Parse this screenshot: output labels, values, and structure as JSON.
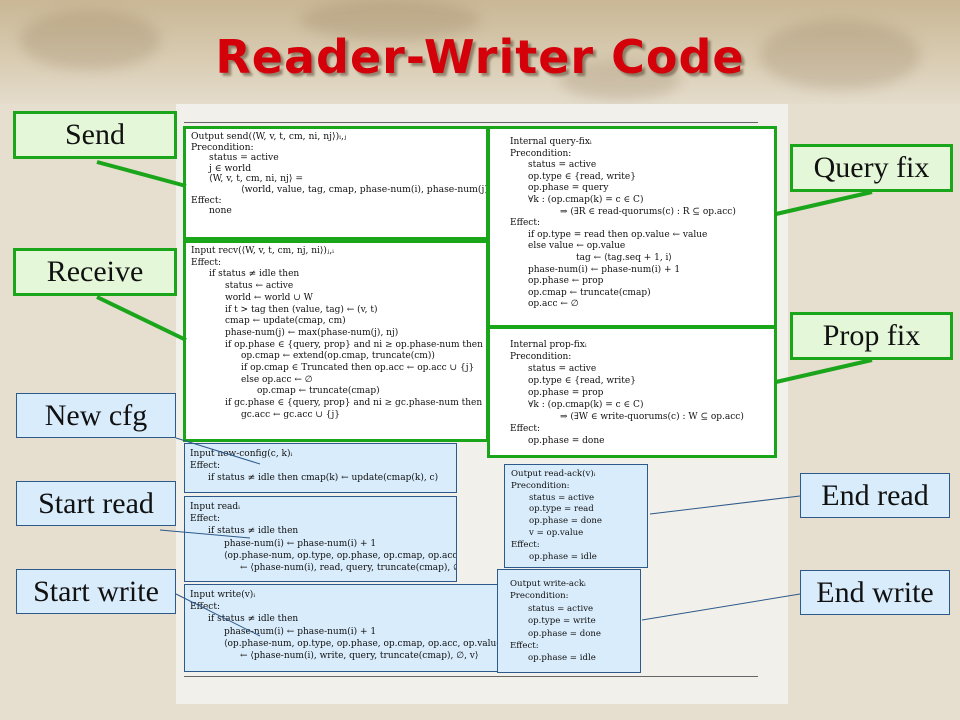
{
  "title": "Reader-Writer Code",
  "labels": {
    "send": "Send",
    "receive": "Receive",
    "new_cfg": "New cfg",
    "start_read": "Start read",
    "start_write": "Start write",
    "query_fix": "Query fix",
    "prop_fix": "Prop fix",
    "end_read": "End read",
    "end_write": "End write"
  },
  "code": {
    "send": [
      "Output send(⟨W, v, t, cm, ni, nj⟩)ᵢ,ⱼ",
      "Precondition:",
      "status = active",
      "j ∈ world",
      "⟨W, v, t, cm, ni, nj⟩ =",
      "⟨world, value, tag, cmap, phase-num(i), phase-num(j)⟩",
      "Effect:",
      "none"
    ],
    "receive": [
      "Input recv(⟨W, v, t, cm, nj, ni⟩)ⱼ,ᵢ",
      "Effect:",
      "if status ≠ idle then",
      "status ← active",
      "world ← world ∪ W",
      "if t > tag then (value, tag) ← (v, t)",
      "cmap ← update(cmap, cm)",
      "phase-num(j) ← max(phase-num(j), nj)",
      "if op.phase ∈ {query, prop} and ni ≥ op.phase-num then",
      "op.cmap ← extend(op.cmap, truncate(cm))",
      "if op.cmap ∈ Truncated then op.acc ← op.acc ∪ {j}",
      "else  op.acc ← ∅",
      "op.cmap ← truncate(cmap)",
      "if gc.phase ∈ {query, prop} and ni ≥ gc.phase-num then",
      "gc.acc ← gc.acc ∪ {j}"
    ],
    "query_fix": [
      "Internal query-fixᵢ",
      "Precondition:",
      "status = active",
      "op.type ∈ {read, write}",
      "op.phase = query",
      "∀k : (op.cmap(k) = c ∈ C)",
      "⇒ (∃R ∈ read-quorums(c) : R ⊆ op.acc)",
      "Effect:",
      "if op.type = read then op.value ← value",
      "else  value ← op.value",
      "tag ← ⟨tag.seq + 1, i⟩",
      "phase-num(i) ← phase-num(i) + 1",
      "op.phase ← prop",
      "op.cmap ← truncate(cmap)",
      "op.acc ← ∅"
    ],
    "prop_fix": [
      "Internal prop-fixᵢ",
      "Precondition:",
      "status = active",
      "op.type ∈ {read, write}",
      "op.phase = prop",
      "∀k : (op.cmap(k) = c ∈ C)",
      "⇒ (∃W ∈ write-quorums(c) : W ⊆ op.acc)",
      "Effect:",
      "op.phase = done"
    ],
    "new_config": [
      "Input new-config(c, k)ᵢ",
      "Effect:",
      "if status ≠ idle then      cmap(k) ← update(cmap(k), c)"
    ],
    "read": [
      "Input readᵢ",
      "Effect:",
      "if status ≠ idle then",
      "phase-num(i) ← phase-num(i) + 1",
      "⟨op.phase-num, op.type, op.phase, op.cmap, op.acc⟩",
      "← ⟨phase-num(i), read, query, truncate(cmap), ∅⟩"
    ],
    "write": [
      "Input write(v)ᵢ",
      "Effect:",
      "if status ≠ idle then",
      "phase-num(i) ← phase-num(i) + 1",
      "⟨op.phase-num, op.type, op.phase, op.cmap, op.acc, op.value⟩",
      "← ⟨phase-num(i), write, query, truncate(cmap), ∅, v⟩"
    ],
    "read_ack": [
      "Output read-ack(v)ᵢ",
      "Precondition:",
      "status = active",
      "op.type = read",
      "op.phase = done",
      "v = op.value",
      "Effect:",
      "op.phase = idle"
    ],
    "write_ack": [
      "Output write-ackᵢ",
      "Precondition:",
      "status = active",
      "op.type = write",
      "op.phase = done",
      "Effect:",
      "op.phase = idle"
    ]
  }
}
